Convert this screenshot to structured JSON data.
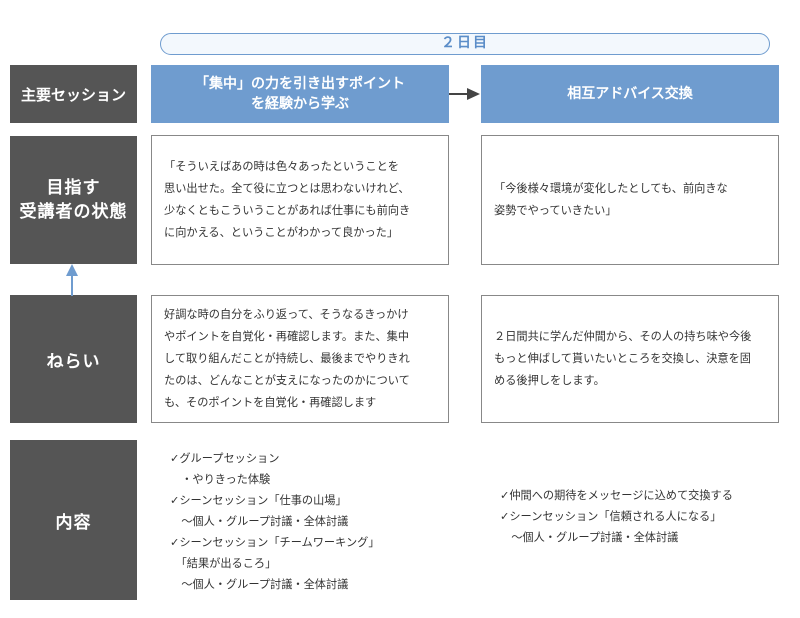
{
  "day_label": "２日目",
  "row_labels": {
    "session": "主要セッション",
    "goal_line1": "目指す",
    "goal_line2": "受講者の状態",
    "aim": "ねらい",
    "content": "内容"
  },
  "sessions": {
    "left_line1": "「集中」の力を引き出すポイント",
    "left_line2": "を経験から学ぶ",
    "right": "相互アドバイス交換"
  },
  "goal": {
    "left": [
      "「そういえばあの時は色々あったということを",
      "思い出せた。全て役に立つとは思わないけれど、",
      "少なくともこういうことがあれば仕事にも前向き",
      "に向かえる、ということがわかって良かった」"
    ],
    "right": [
      "「今後様々環境が変化したとしても、前向きな",
      "姿勢でやっていきたい」"
    ]
  },
  "aim": {
    "left": [
      "好調な時の自分をふり返って、そうなるきっかけ",
      "やポイントを自覚化・再確認します。また、集中",
      "して取り組んだことが持続し、最後までやりきれ",
      "たのは、どんなことが支えになったのかについて",
      "も、そのポイントを自覚化・再確認します"
    ],
    "right": [
      "２日間共に学んだ仲間から、その人の持ち味や今後",
      "もっと伸ばして貰いたいところを交換し、決意を固",
      "める後押しをします。"
    ]
  },
  "content": {
    "left": [
      "✓グループセッション",
      "　・やりきった体験",
      "✓シーンセッション「仕事の山場」",
      "　〜個人・グループ討議・全体討議",
      "✓シーンセッション「チームワーキング」",
      "　「結果が出るころ」",
      "　〜個人・グループ討議・全体討議"
    ],
    "right": [
      "✓仲間への期待をメッセージに込めて交換する",
      "✓シーンセッション「信頼される人になる」",
      "　〜個人・グループ討議・全体討議"
    ]
  },
  "colors": {
    "accent_blue": "#6f9ccf",
    "label_gray": "#555555",
    "border_gray": "#888888"
  }
}
